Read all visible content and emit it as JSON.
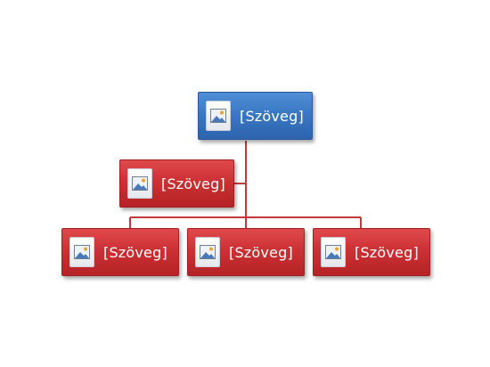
{
  "diagram": {
    "root": {
      "label": "[Szöveg]",
      "icon": "picture-placeholder-icon",
      "color": "#3a78c4"
    },
    "assistant": {
      "label": "[Szöveg]",
      "icon": "picture-placeholder-icon",
      "color": "#cc3134"
    },
    "children": [
      {
        "label": "[Szöveg]",
        "icon": "picture-placeholder-icon",
        "color": "#cc3134"
      },
      {
        "label": "[Szöveg]",
        "icon": "picture-placeholder-icon",
        "color": "#cc3134"
      },
      {
        "label": "[Szöveg]",
        "icon": "picture-placeholder-icon",
        "color": "#cc3134"
      }
    ],
    "connector_color": "#c23a3a"
  }
}
